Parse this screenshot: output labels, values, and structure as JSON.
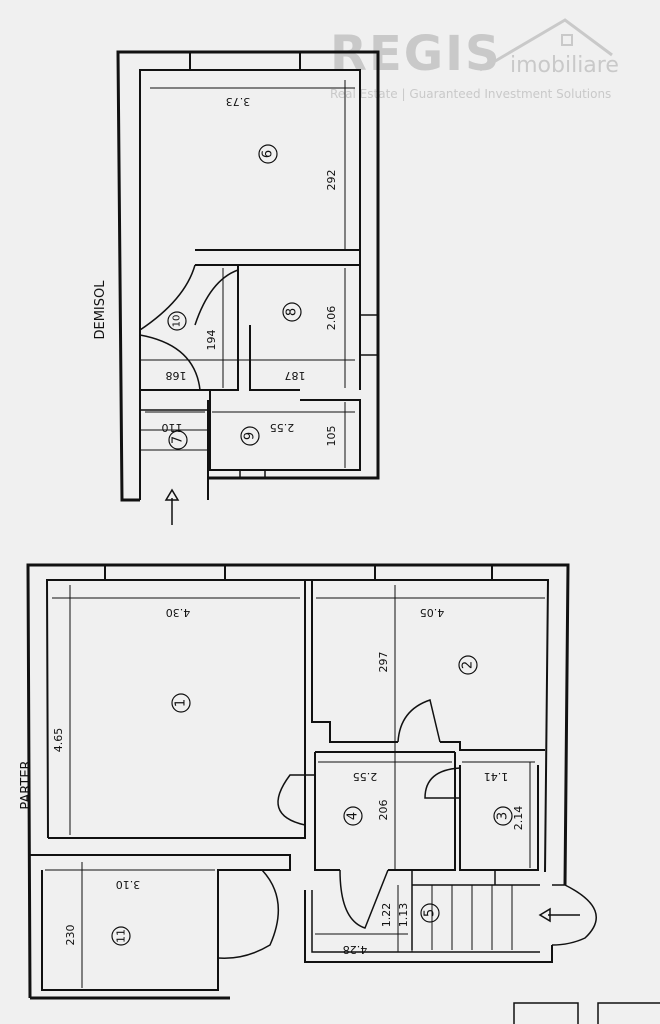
{
  "watermark": {
    "brand": "REGIS",
    "suffix": "imobiliare",
    "tagline": "Real Estate | Guaranteed Investment Solutions"
  },
  "floors": {
    "basement": {
      "label": "DEMISOL",
      "rooms": [
        {
          "id": "6",
          "label": "6"
        },
        {
          "id": "7",
          "label": "7"
        },
        {
          "id": "8",
          "label": "8"
        },
        {
          "id": "9",
          "label": "9"
        },
        {
          "id": "10",
          "label": "10"
        }
      ],
      "dimensions": {
        "r6_width": "3.73",
        "r6_height": "292",
        "r8_height": "2.06",
        "corr_194": "194",
        "corr_168": "168",
        "r8_width": "187",
        "r7_width": "110",
        "r9_width": "2.55",
        "r9_height": "105"
      }
    },
    "ground": {
      "label": "PARTER",
      "rooms": [
        {
          "id": "1",
          "label": "1"
        },
        {
          "id": "2",
          "label": "2"
        },
        {
          "id": "3",
          "label": "3"
        },
        {
          "id": "4",
          "label": "4"
        },
        {
          "id": "5",
          "label": "5"
        },
        {
          "id": "11",
          "label": "11"
        }
      ],
      "dimensions": {
        "r1_width": "4.30",
        "r1_height": "4.65",
        "r2_width": "4.05",
        "r2_height": "297",
        "r4_width": "2.55",
        "r4_height": "206",
        "r3_width": "1.41",
        "r3_height": "2.14",
        "r11_width": "3.10",
        "r11_height": "230",
        "r5_width": "4.28",
        "r5_h122": "1.22",
        "r5_h113": "1.13"
      }
    }
  }
}
